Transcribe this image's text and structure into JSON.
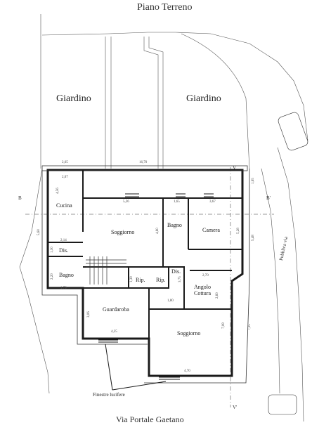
{
  "title": "Piano Terreno",
  "gardens": [
    "Giardino",
    "Giardino"
  ],
  "rooms": {
    "cucina": "Cucina",
    "soggiorno_1": "Soggiorno",
    "bagno_1": "Bagno",
    "camera": "Camera",
    "dis_1": "Dis.",
    "bagno_2": "Bagno",
    "rip_1": "Rip.",
    "rip_2": "Rip.",
    "dis_2": "Dis.",
    "angolo_cottura": "Angolo\nCottura",
    "guardaroba": "Guardaroba",
    "soggiorno_2": "Soggiorno"
  },
  "dimensions": {
    "top_left": "2,65",
    "top_total": "16,70",
    "cucina_w": "2,07",
    "cucina_h": "4,56",
    "soggiorno_w": "5,26",
    "bagno_top": "1,65",
    "camera_w": "3,67",
    "soggiorno_h": "4,60",
    "camera_h": "5,28",
    "right_top": "1,65",
    "right_mid": "5,48",
    "left_total": "5,60",
    "dis_w": "2,14",
    "dis_h": "1,30",
    "bagno_h": "2,20",
    "bagno_w": "1,79",
    "rip_h": "1,30",
    "dis2_h": "3,75",
    "dis2_w": "1,80",
    "angolo_w": "2,70",
    "angolo_h": "2,60",
    "guard_h": "3,06",
    "guard_w": "4,25",
    "sogg2_h": "7,08",
    "sogg2_w": "4,70",
    "right_total": "7,35"
  },
  "section_marks": {
    "b_left": "B",
    "b_right": "B'",
    "v_top": "V",
    "v_bottom": "V'"
  },
  "labels": {
    "finestre": "Finestre lucifere",
    "road": "Pubblica via",
    "street": "Via Portale Gaetano"
  }
}
